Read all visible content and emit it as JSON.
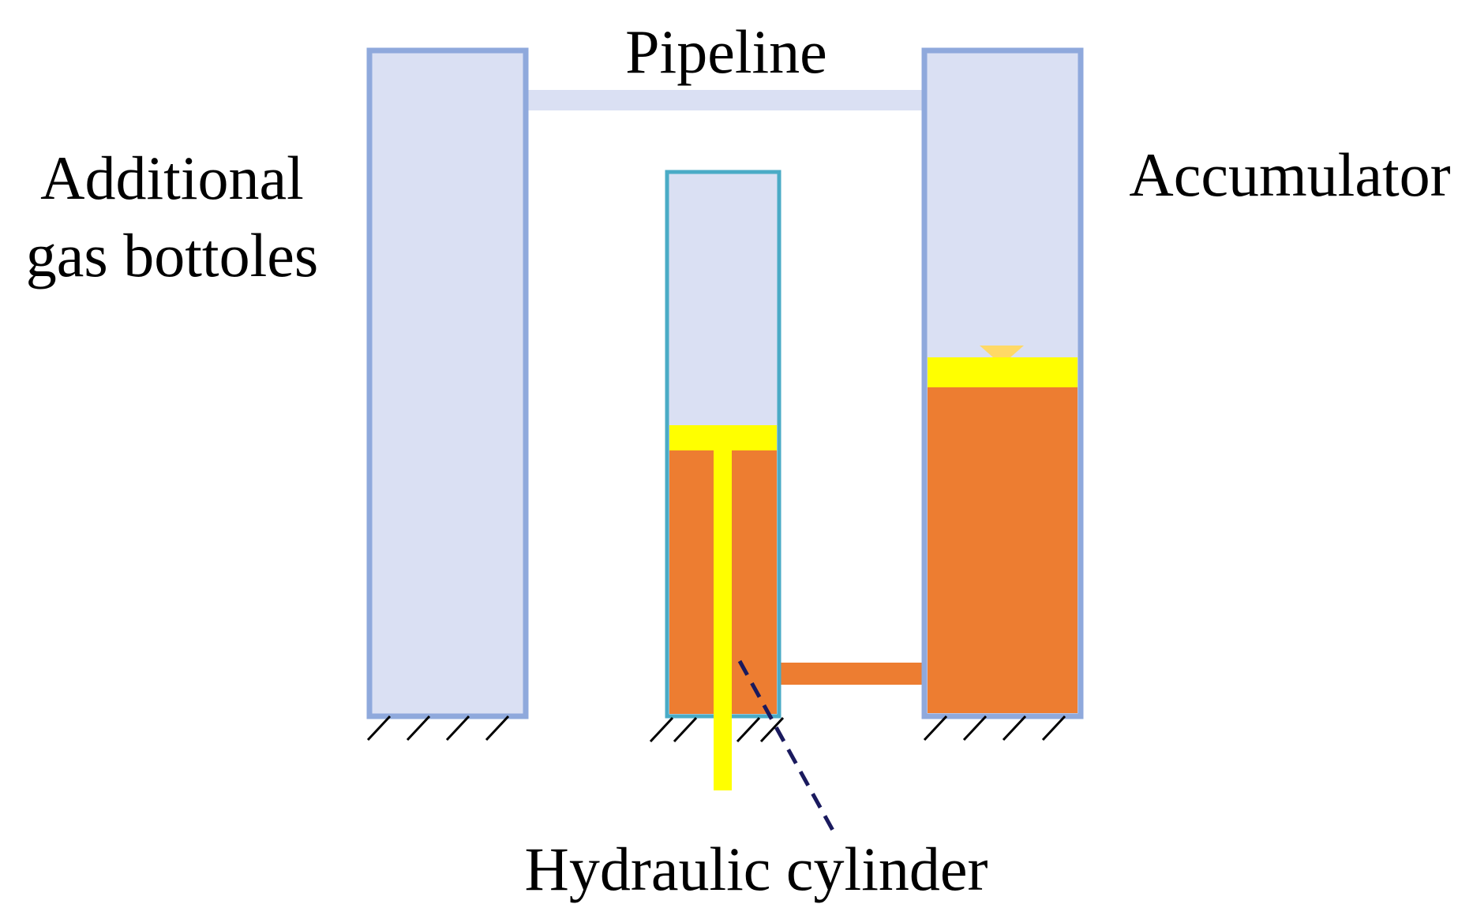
{
  "labels": {
    "pipeline": "Pipeline",
    "additional_line1": "Additional",
    "additional_line2": "gas bottoles",
    "accumulator": "Accumulator",
    "hydraulic_cylinder": "Hydraulic cylinder"
  },
  "colors": {
    "gas": "#dae0f3",
    "bottle_border": "#8fa9dc",
    "cylinder_border": "#4aabc6",
    "oil": "#ed7d31",
    "piston": "#ffff00",
    "valve": "#ffd966",
    "leader_line": "#1a1a5e",
    "ground": "#000000"
  }
}
